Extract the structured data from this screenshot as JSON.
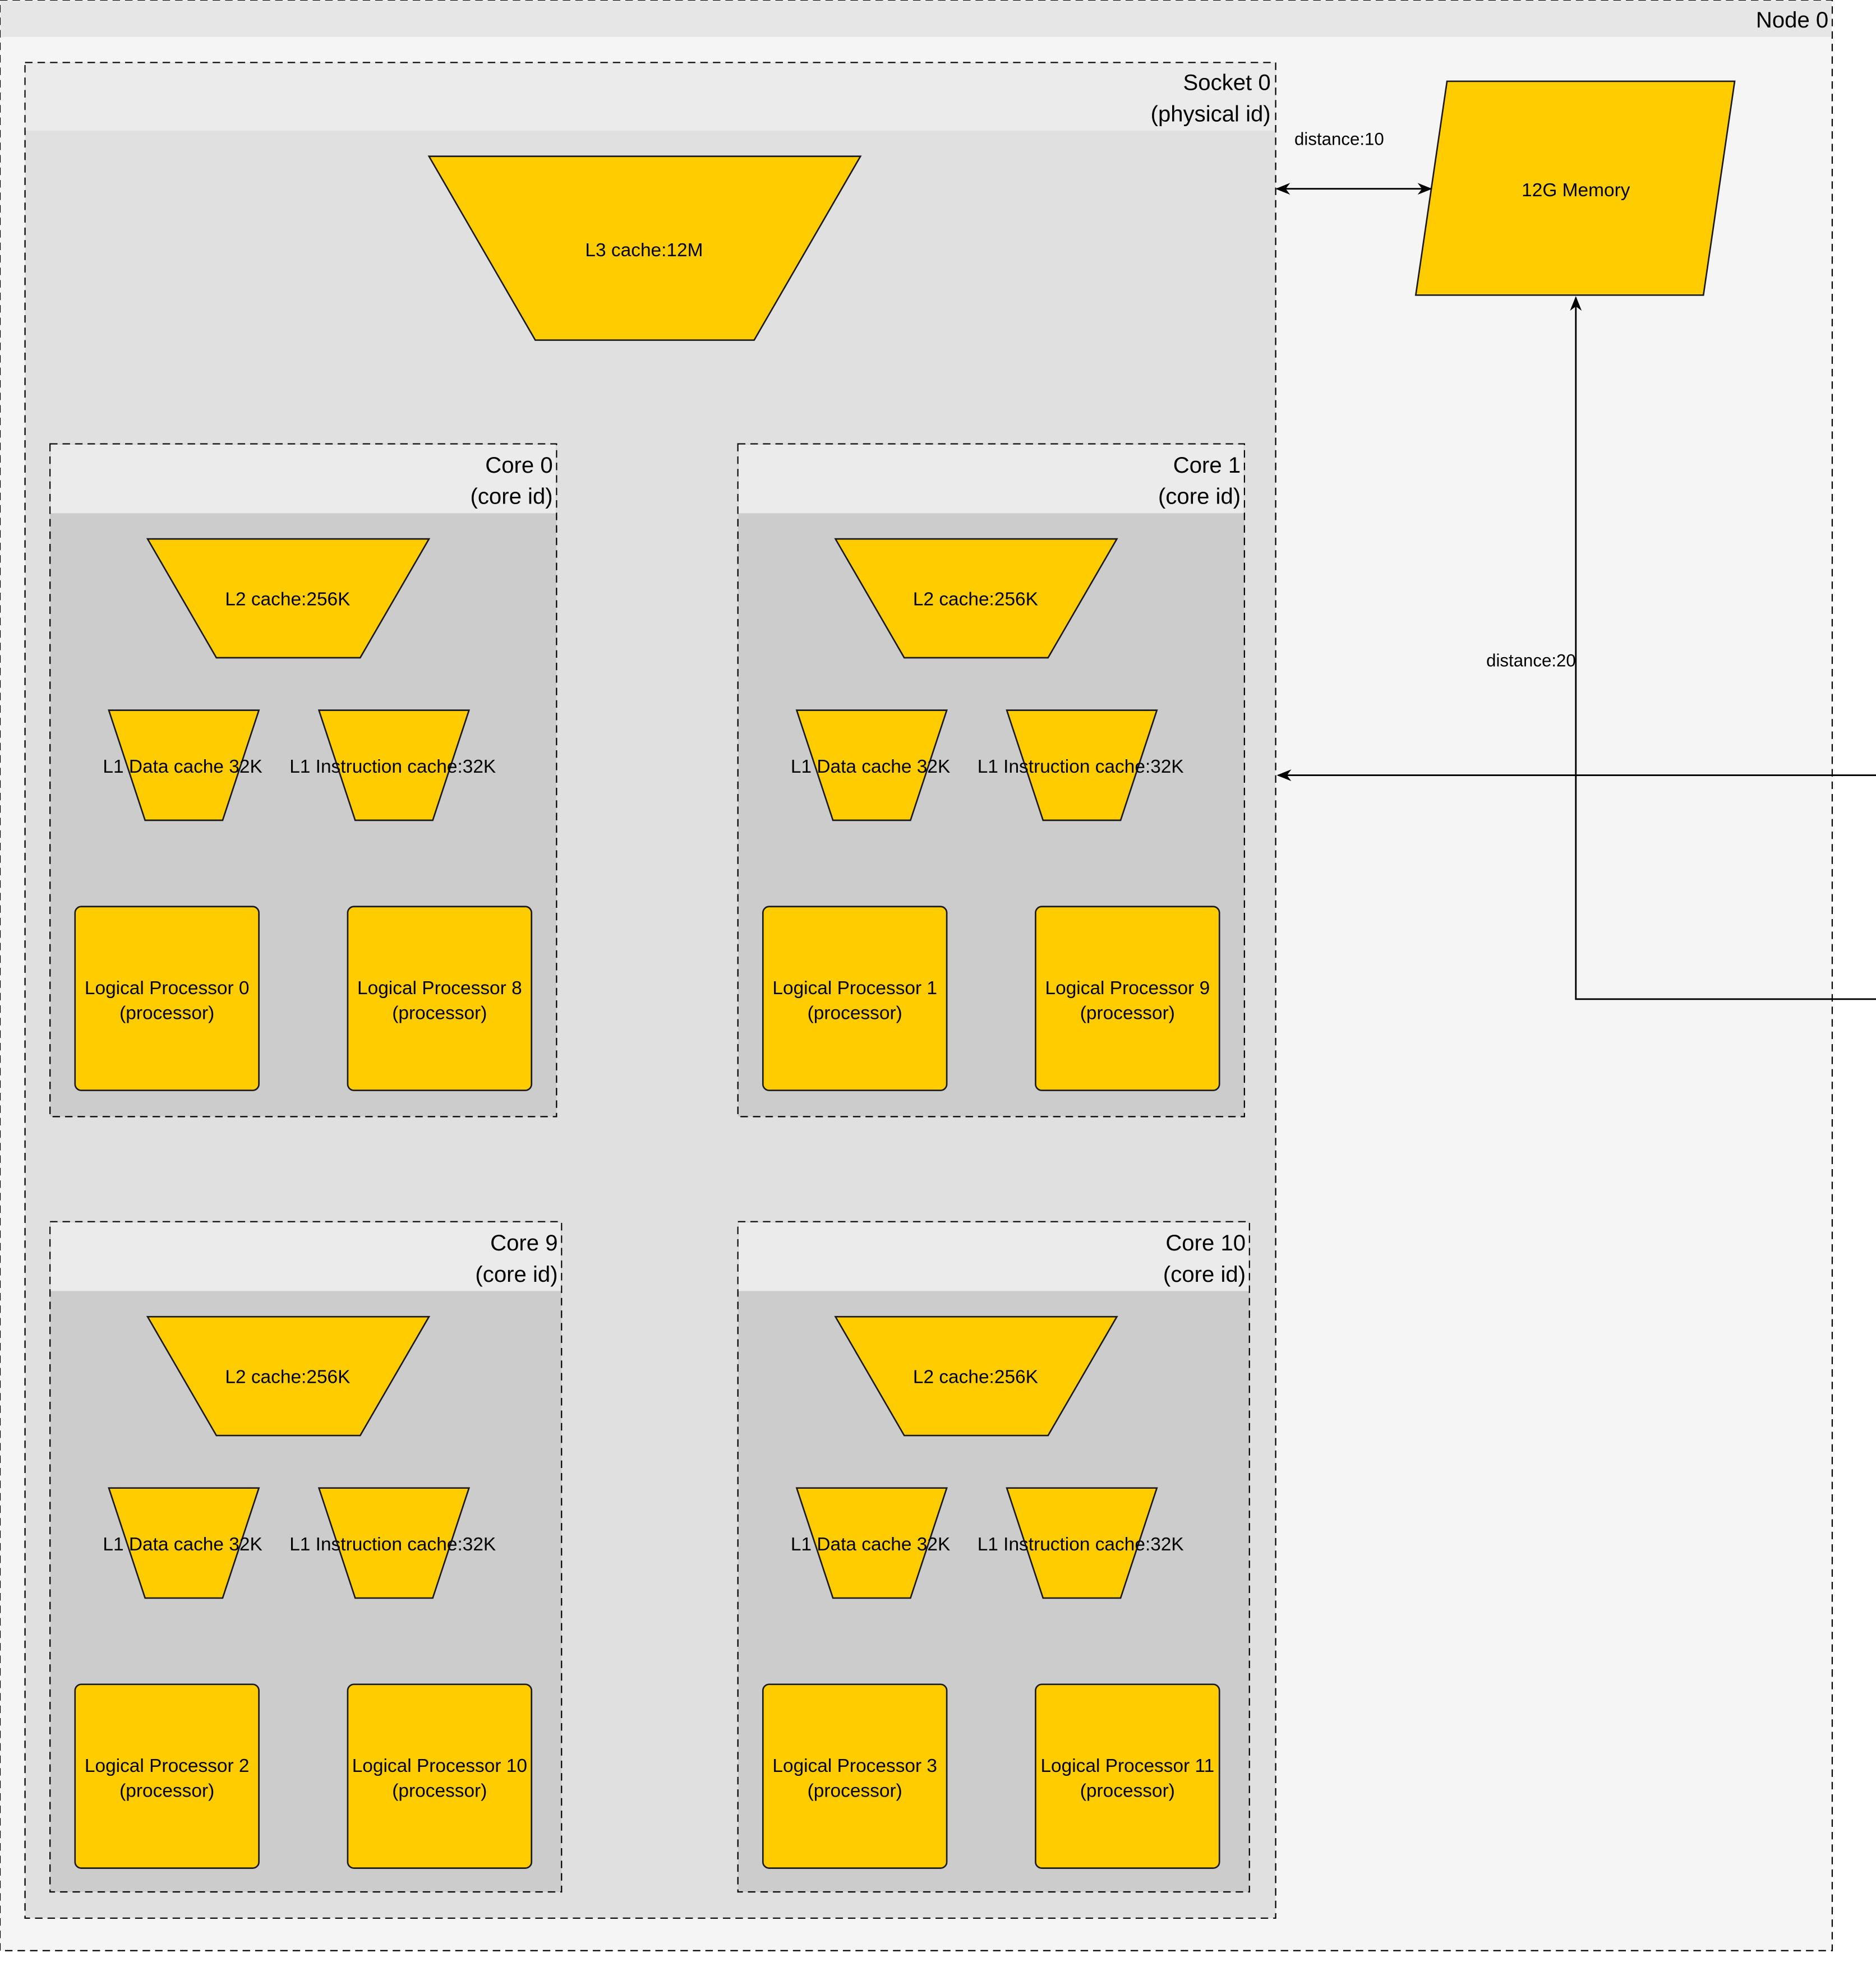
{
  "colors": {
    "node_bg": "#f5f5f5",
    "node_header": "#e6e6e6",
    "socket_bg": "#e0e0e0",
    "socket_header": "#ebebeb",
    "core_bg": "#cccccc",
    "core_header": "#ebebeb",
    "component_fill": "#ffcc00",
    "stroke": "#1a1a1a"
  },
  "node": {
    "title": "Node 0"
  },
  "socket": {
    "title": "Socket 0",
    "subtitle": "(physical id)"
  },
  "l3": {
    "label": "L3  cache:12M"
  },
  "memory": {
    "label": "12G Memory"
  },
  "edges": {
    "socket_memory_label": "distance:10",
    "remote_label": "distance:20"
  },
  "cores": [
    {
      "title": "Core 0",
      "subtitle": "(core id)",
      "l2": "L2  cache:256K",
      "l1d": "L1 Data cache 32K",
      "l1i": "L1 Instruction cache:32K",
      "lp_a": {
        "name": "Logical Processor 0",
        "sub": "(processor)"
      },
      "lp_b": {
        "name": "Logical Processor 8",
        "sub": "(processor)"
      }
    },
    {
      "title": "Core 1",
      "subtitle": "(core id)",
      "l2": "L2  cache:256K",
      "l1d": "L1 Data cache 32K",
      "l1i": "L1 Instruction cache:32K",
      "lp_a": {
        "name": "Logical Processor 1",
        "sub": "(processor)"
      },
      "lp_b": {
        "name": "Logical Processor 9",
        "sub": "(processor)"
      }
    },
    {
      "title": "Core 9",
      "subtitle": "(core id)",
      "l2": "L2  cache:256K",
      "l1d": "L1 Data cache 32K",
      "l1i": "L1 Instruction cache:32K",
      "lp_a": {
        "name": "Logical Processor 2",
        "sub": "(processor)"
      },
      "lp_b": {
        "name": "Logical Processor 10",
        "sub": "(processor)"
      }
    },
    {
      "title": "Core 10",
      "subtitle": "(core id)",
      "l2": "L2  cache:256K",
      "l1d": "L1 Data cache 32K",
      "l1i": "L1 Instruction cache:32K",
      "lp_a": {
        "name": "Logical Processor 3",
        "sub": "(processor)"
      },
      "lp_b": {
        "name": "Logical Processor 11",
        "sub": "(processor)"
      }
    }
  ]
}
